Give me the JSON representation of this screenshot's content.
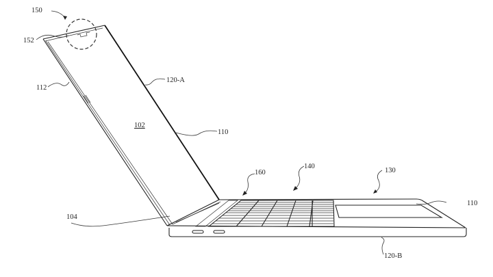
{
  "figure": {
    "type": "patent-drawing",
    "subject": "laptop computer, perspective side view with lid open",
    "colors": {
      "background": "#ffffff",
      "line": "#222222"
    }
  },
  "labels": {
    "l150": "150",
    "l152": "152",
    "l112": "112",
    "l120a": "120-A",
    "l102": "102",
    "l110_top": "110",
    "l160": "160",
    "l140": "140",
    "l130": "130",
    "l110_right": "110",
    "l104": "104",
    "l120b": "120-B"
  },
  "callouts": [
    {
      "ref": "150",
      "target": "camera region (dashed circle) at top of display"
    },
    {
      "ref": "152",
      "target": "top bezel edge"
    },
    {
      "ref": "112",
      "target": "display side edge"
    },
    {
      "ref": "120-A",
      "target": "upper housing (lid)"
    },
    {
      "ref": "102",
      "target": "display surface"
    },
    {
      "ref": "110",
      "target": "housing edge"
    },
    {
      "ref": "160",
      "target": "touch bar / function row"
    },
    {
      "ref": "140",
      "target": "keyboard"
    },
    {
      "ref": "130",
      "target": "trackpad"
    },
    {
      "ref": "104",
      "target": "hinge"
    },
    {
      "ref": "120-B",
      "target": "lower housing (base)"
    }
  ]
}
